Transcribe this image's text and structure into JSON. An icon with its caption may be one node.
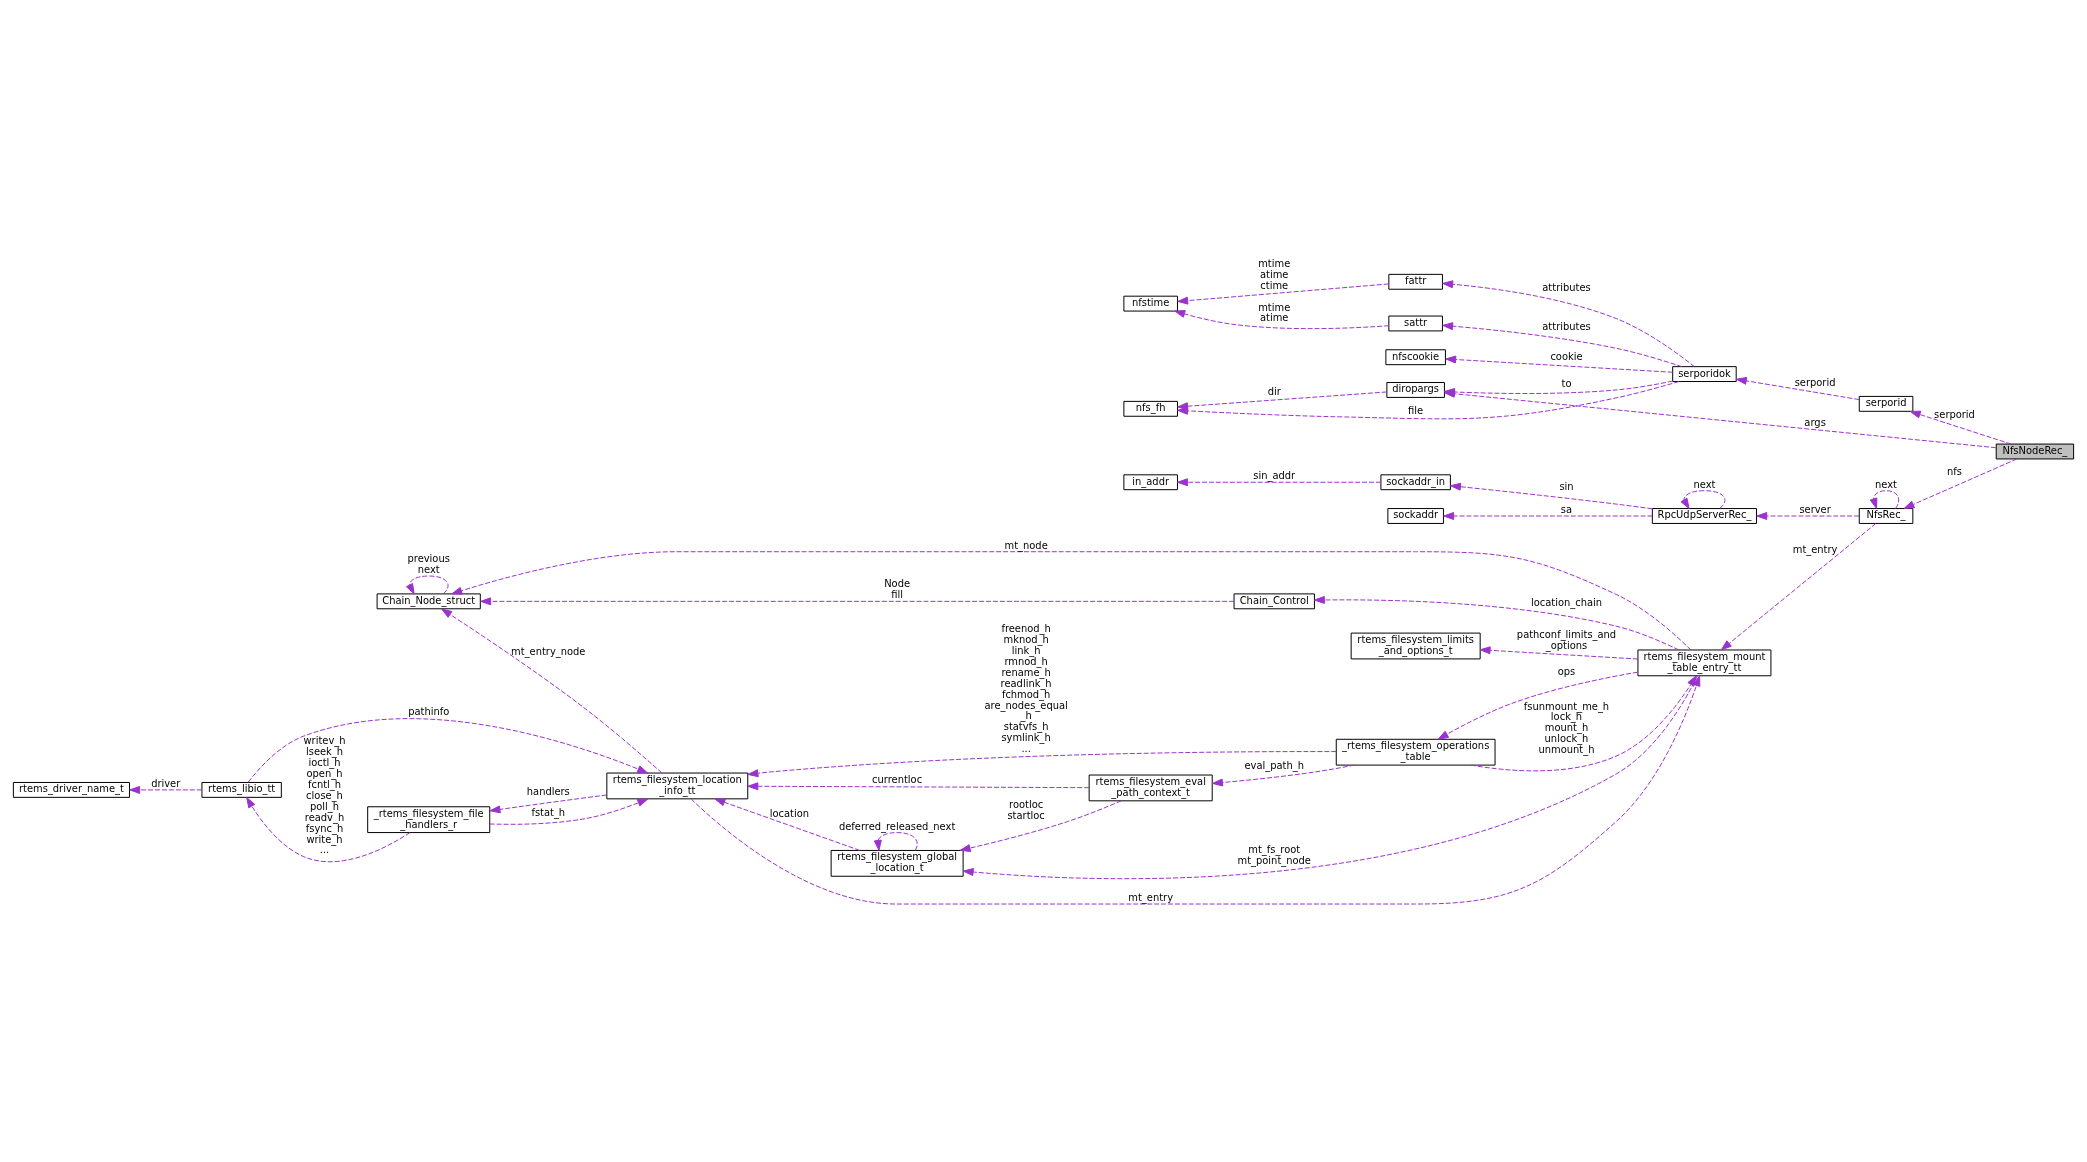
{
  "diagram": {
    "nodes": [
      {
        "text": [
          "NfsNodeRec_"
        ]
      },
      {
        "text": [
          "serporid"
        ]
      },
      {
        "text": [
          "serporidok"
        ]
      },
      {
        "text": [
          "fattr"
        ]
      },
      {
        "text": [
          "sattr"
        ]
      },
      {
        "text": [
          "nfstime"
        ]
      },
      {
        "text": [
          "nfs_fh"
        ]
      },
      {
        "text": [
          "nfscookie"
        ]
      },
      {
        "text": [
          "diropargs"
        ]
      },
      {
        "text": [
          "NfsRec_"
        ]
      },
      {
        "text": [
          "RpcUdpServerRec_"
        ]
      },
      {
        "text": [
          "sockaddr"
        ]
      },
      {
        "text": [
          "sockaddr_in"
        ]
      },
      {
        "text": [
          "in_addr"
        ]
      },
      {
        "text": [
          "rtems_filesystem_mount _table_entry_tt"
        ]
      },
      {
        "text": [
          "_rtems_filesystem_operations _table"
        ]
      },
      {
        "text": [
          "rtems_filesystem_limits _and_options_t"
        ]
      },
      {
        "text": [
          "Chain_Control"
        ]
      },
      {
        "text": [
          "Chain_Node_struct"
        ]
      },
      {
        "text": [
          "rtems_filesystem_global _location_t"
        ]
      },
      {
        "text": [
          "rtems_filesystem_eval _path_context_t"
        ]
      },
      {
        "text": [
          "rtems_filesystem_location _info_tt"
        ]
      },
      {
        "text": [
          "_rtems_filesystem_file _handlers_r"
        ]
      },
      {
        "text": [
          "rtems_libio_tt"
        ]
      },
      {
        "text": [
          "rtems_driver_name_t"
        ]
      }
    ],
    "edges": [
      {
        "from": 0,
        "to": 1,
        "arrow": "to",
        "label": "serporid",
        "style": "dashed"
      },
      {
        "from": 0,
        "to": 8,
        "arrow": "to",
        "label": "args",
        "style": "dashed"
      },
      {
        "from": 0,
        "to": 9,
        "arrow": "to",
        "label": "nfs",
        "style": "dashed"
      },
      {
        "from": 1,
        "to": 2,
        "arrow": "to",
        "label": "serporid",
        "style": "dashed"
      },
      {
        "from": 2,
        "to": 3,
        "arrow": "to",
        "label": "attributes",
        "style": "dashed"
      },
      {
        "from": 2,
        "to": 4,
        "arrow": "to",
        "label": "attributes",
        "style": "dashed"
      },
      {
        "from": 2,
        "to": 6,
        "arrow": "to",
        "label": "file",
        "style": "dashed"
      },
      {
        "from": 2,
        "to": 7,
        "arrow": "to",
        "label": "cookie",
        "style": "dashed"
      },
      {
        "from": 2,
        "to": 8,
        "arrow": "to",
        "label": "to",
        "style": "dashed"
      },
      {
        "from": 3,
        "to": 5,
        "arrow": "to",
        "label": "mtime atime ctime",
        "style": "dashed"
      },
      {
        "from": 4,
        "to": 5,
        "arrow": "to",
        "label": "mtime atime",
        "style": "dashed"
      },
      {
        "from": 8,
        "to": 6,
        "arrow": "to",
        "label": "dir",
        "style": "dashed"
      },
      {
        "from": 9,
        "to": 9,
        "arrow": "to",
        "label": "next",
        "style": "dashed"
      },
      {
        "from": 9,
        "to": 10,
        "arrow": "to",
        "label": "server",
        "style": "dashed"
      },
      {
        "from": 9,
        "to": 14,
        "arrow": "to",
        "label": "mt_entry",
        "style": "dashed"
      },
      {
        "from": 10,
        "to": 10,
        "arrow": "to",
        "label": "next",
        "style": "dashed"
      },
      {
        "from": 10,
        "to": 11,
        "arrow": "to",
        "label": "sa",
        "style": "dashed"
      },
      {
        "from": 10,
        "to": 12,
        "arrow": "to",
        "label": "sin",
        "style": "dashed"
      },
      {
        "from": 12,
        "to": 13,
        "arrow": "to",
        "label": "sin_addr",
        "style": "dashed"
      },
      {
        "from": 15,
        "to": 14,
        "arrow": "to",
        "label": "fsunmount_me_h lock_h mount_h unlock_h unmount_h",
        "style": "dashed"
      },
      {
        "from": 14,
        "to": 15,
        "arrow": "to",
        "label": "ops",
        "style": "dashed"
      },
      {
        "from": 14,
        "to": 18,
        "arrow": "to",
        "label": "mt_node",
        "style": "dashed"
      },
      {
        "from": 14,
        "to": 16,
        "arrow": "to",
        "label": "pathconf_limits_and _options",
        "style": "dashed"
      },
      {
        "from": 14,
        "to": 17,
        "arrow": "to",
        "label": "location_chain",
        "style": "dashed"
      },
      {
        "from": 14,
        "to": 19,
        "arrow": "to",
        "label": "mt_fs_root mt_point_node",
        "style": "dashed"
      },
      {
        "from": 15,
        "to": 21,
        "arrow": "to",
        "label": "freenod_h mknod_h link_h rmnod_h rename_h readlink_h fchmod_h are_nodes_equal _h statvfs_h symlink_h ...",
        "style": "dashed"
      },
      {
        "from": 15,
        "to": 20,
        "arrow": "to",
        "label": "eval_path_h",
        "style": "dashed"
      },
      {
        "from": 18,
        "to": 18,
        "arrow": "to",
        "label": "previous next",
        "style": "dashed"
      },
      {
        "from": 17,
        "to": 18,
        "arrow": "to",
        "label": "Node fill",
        "style": "dashed"
      },
      {
        "from": 21,
        "to": 14,
        "arrow": "to",
        "label": "mt_entry",
        "style": "dashed"
      },
      {
        "from": 19,
        "to": 19,
        "arrow": "to",
        "label": "deferred_released_next",
        "style": "dashed"
      },
      {
        "from": 20,
        "to": 19,
        "arrow": "to",
        "label": "rootloc startloc",
        "style": "dashed"
      },
      {
        "from": 21,
        "to": 18,
        "arrow": "to",
        "label": "mt_entry_node",
        "style": "dashed"
      },
      {
        "from": 19,
        "to": 21,
        "arrow": "to",
        "label": "location",
        "style": "dashed"
      },
      {
        "from": 20,
        "to": 21,
        "arrow": "to",
        "label": "currentloc",
        "style": "dashed"
      },
      {
        "from": 22,
        "to": 21,
        "arrow": "to",
        "label": "fstat_h",
        "style": "dashed"
      },
      {
        "from": 21,
        "to": 22,
        "arrow": "to",
        "label": "handlers",
        "style": "dashed"
      },
      {
        "from": 23,
        "to": 21,
        "arrow": "to",
        "label": "pathinfo",
        "style": "dashed"
      },
      {
        "from": 22,
        "to": 23,
        "arrow": "to",
        "label": "writev_h lseek_h ioctl_h open_h fcntl_h close_h poll_h readv_h fsync_h write_h ...",
        "style": "dashed"
      },
      {
        "from": 23,
        "to": 24,
        "arrow": "to",
        "label": "driver",
        "style": "dashed"
      }
    ]
  }
}
